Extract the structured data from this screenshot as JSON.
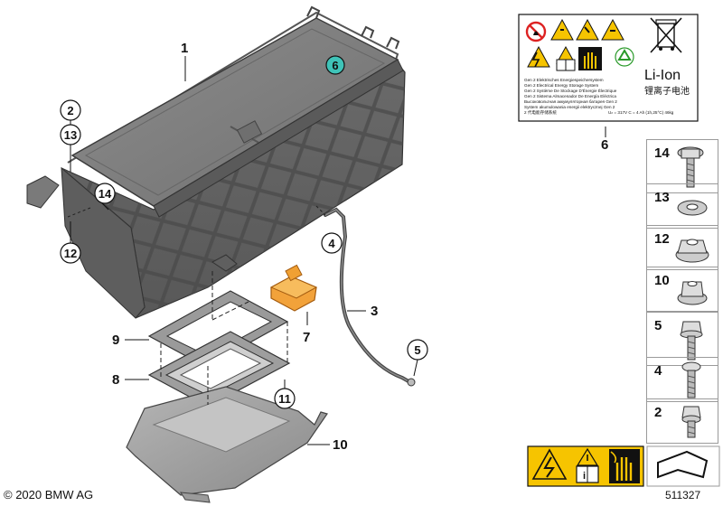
{
  "copyright": "© 2020 BMW AG",
  "diagram_id": "511327",
  "callouts": {
    "c1": "1",
    "c2": "2",
    "c13": "13",
    "c14": "14",
    "c12": "12",
    "c6": "6",
    "c4": "4",
    "c3": "3",
    "c9": "9",
    "c7": "7",
    "c8": "8",
    "c5": "5",
    "c11": "11",
    "c10": "10",
    "c6b": "6"
  },
  "label": {
    "lines": [
      "Gen 2 Elektrisches Energiespeichersystem",
      "Gen 2 Electrical Energy Storage System",
      "Gen 2 Système De Stockage D'Énergie Électrique",
      "Gen 2 Sistema Almacenador De Energía Eléctrica",
      "Высоковольтная аккумуляторная батарея Gen 2",
      "System akumulowania energii elektrycznej Gen 2",
      "2 代电能存储系统"
    ],
    "specs": "Uₙ = 317V   C = 4 Ah (1h,25°C)   46kg",
    "li_ion": "Li-Ion",
    "cn": "锂离子电池"
  },
  "parts": [
    "14",
    "13",
    "12",
    "10",
    "5",
    "4",
    "2"
  ]
}
